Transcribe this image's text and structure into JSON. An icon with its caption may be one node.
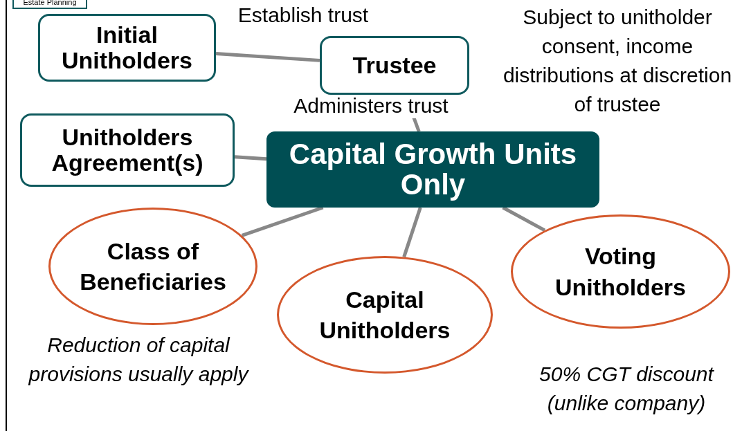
{
  "diagram": {
    "nodes": [
      {
        "text": [
          "Estate Planning"
        ]
      },
      {
        "text": [
          "Initial Unitholders"
        ]
      },
      {
        "text": [
          "Trustee"
        ]
      },
      {
        "text": [
          "Unitholders Agreement(s)"
        ]
      },
      {
        "text": [
          "Capital Growth Units Only"
        ]
      },
      {
        "text": [
          "Class of Beneficiaries"
        ]
      },
      {
        "text": [
          "Capital Unitholders"
        ]
      },
      {
        "text": [
          "Voting Unitholders"
        ]
      }
    ],
    "edges": [
      {
        "from": 1,
        "to": 2,
        "arrow": "none",
        "label": "Establish trust"
      },
      {
        "from": 2,
        "to": 4,
        "arrow": "none",
        "label": "Administers trust"
      },
      {
        "from": 3,
        "to": 4,
        "arrow": "none"
      },
      {
        "from": 4,
        "to": 5,
        "arrow": "none"
      },
      {
        "from": 4,
        "to": 6,
        "arrow": "none"
      },
      {
        "from": 4,
        "to": 7,
        "arrow": "none"
      }
    ],
    "labels": [
      "Subject to unitholder consent, income distributions at discretion of trustee",
      "Reduction of capital provisions usually apply",
      "50% CGT discount (unlike company)"
    ]
  }
}
